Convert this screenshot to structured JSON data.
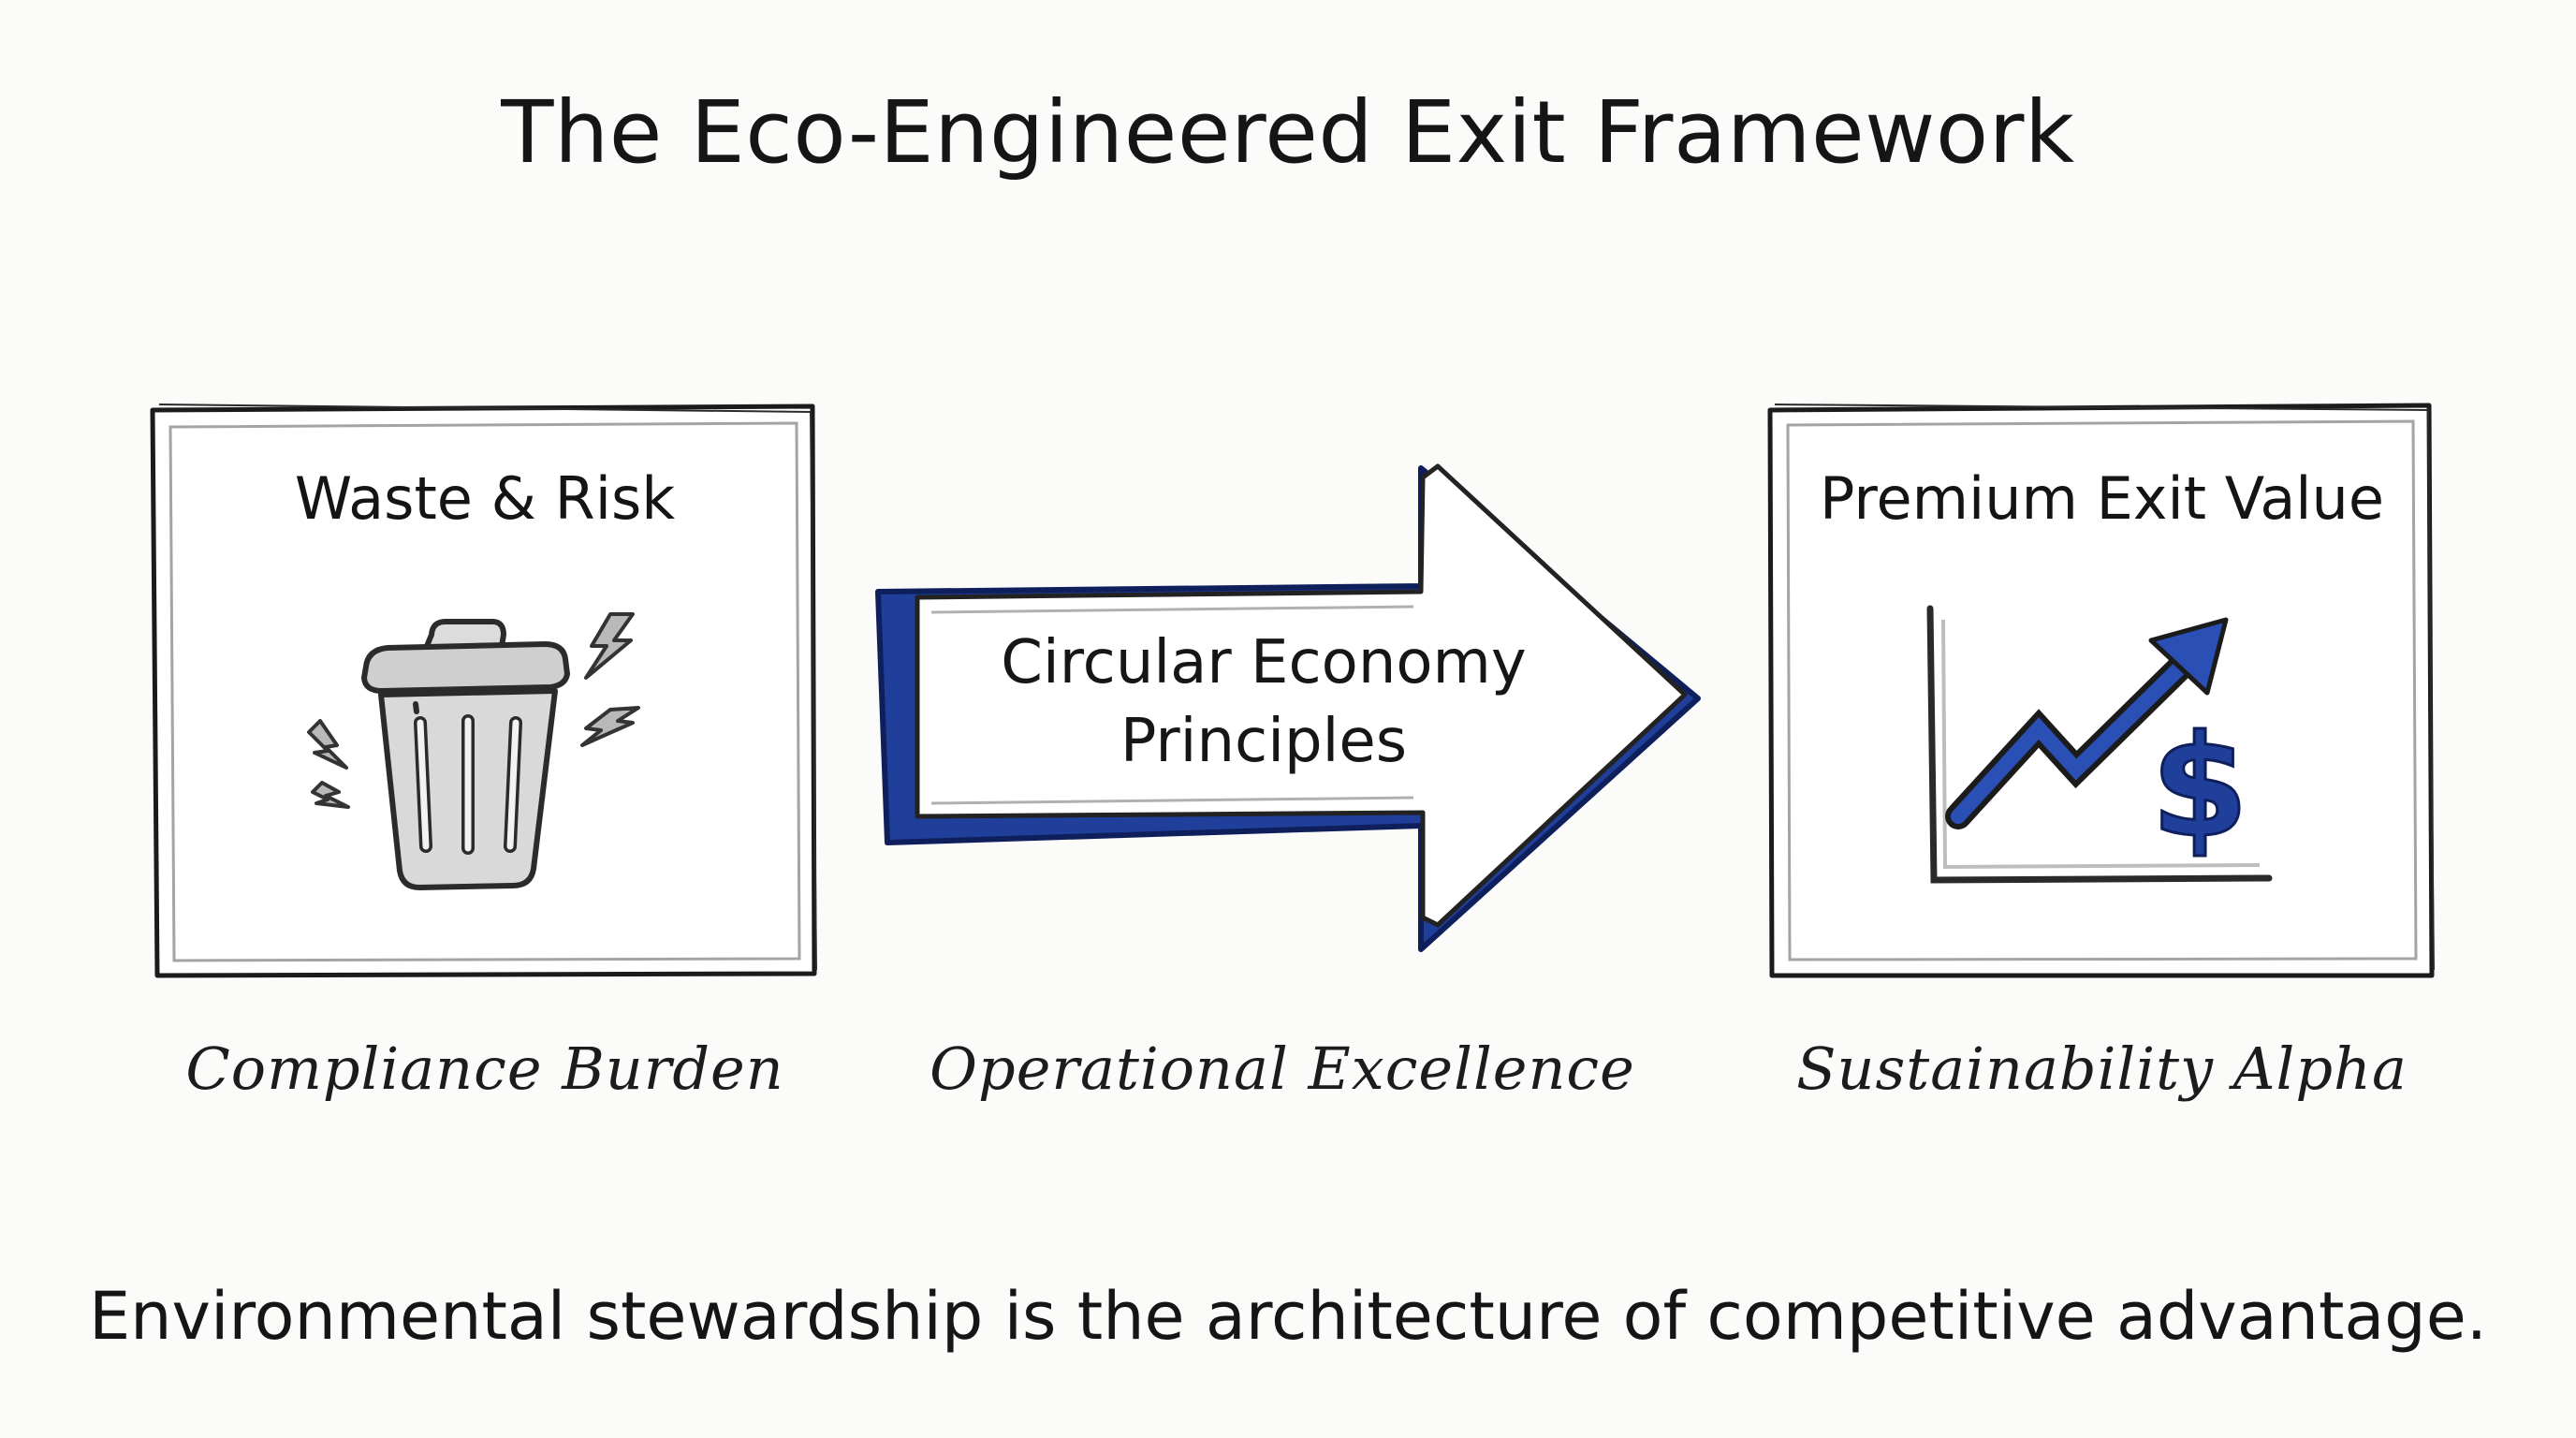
{
  "title": "The Eco-Engineered Exit Framework",
  "stages": [
    {
      "title": "Waste & Risk",
      "caption": "Compliance Burden",
      "icon": "trash-can-icon"
    },
    {
      "title_lines": [
        "Circular Economy",
        "Principles"
      ],
      "caption": "Operational Excellence",
      "icon": "arrow-right-icon"
    },
    {
      "title": "Premium Exit Value",
      "caption": "Sustainability Alpha",
      "icon": "growth-chart-dollar-icon"
    }
  ],
  "tagline": "Environmental stewardship is the architecture of competitive advantage.",
  "colors": {
    "background": "#fbfbfa",
    "ink": "#1a1a1a",
    "accent_blue": "#1f3f9a",
    "frame_gray": "#9a9a9a"
  }
}
